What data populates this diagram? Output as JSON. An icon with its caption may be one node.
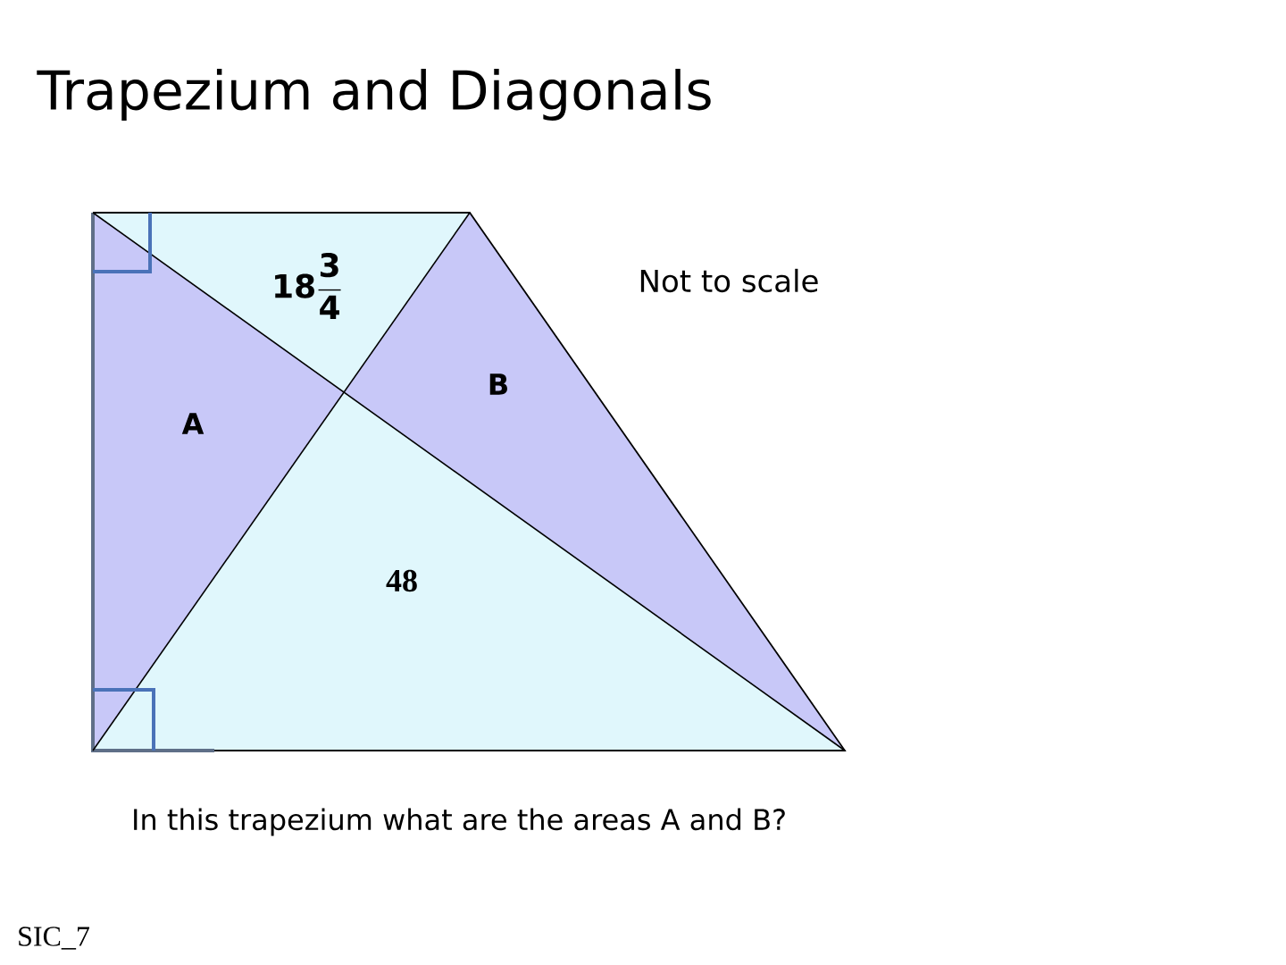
{
  "diagram": {
    "title": "Trapezium and Diagonals",
    "nodes": [
      {
        "text": [
          "\\mathbf{18\\frac{3}{4}}"
        ]
      },
      {
        "text": [
          "A"
        ]
      },
      {
        "text": [
          "B"
        ]
      },
      {
        "text": [
          "48"
        ]
      }
    ],
    "labels": [
      "Not to scale",
      "In this trapezium  what are the areas A and B?",
      "SIC_7"
    ]
  }
}
